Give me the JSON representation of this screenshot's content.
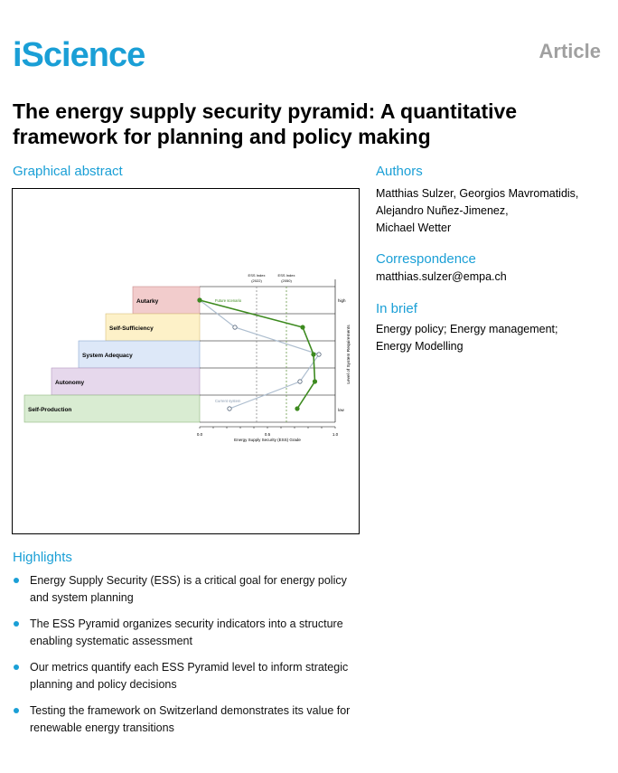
{
  "header": {
    "journal": "iScience",
    "article_type": "Article"
  },
  "title": "The energy supply security pyramid: A quantitative framework for planning and policy making",
  "graphical_abstract": {
    "heading": "Graphical abstract",
    "pyramid_levels": [
      "Autarky",
      "Self-Sufficiency",
      "System Adequacy",
      "Autonomy",
      "Self-Production"
    ],
    "colors": {
      "autarky": "#f2cccc",
      "self_sufficiency": "#fdf1c8",
      "system_adequacy": "#dde8f8",
      "autonomy": "#e6d8ec",
      "self_production": "#d9ecd2",
      "future": "#3d8a1f",
      "current": "#aebecf"
    },
    "vline_labels": [
      [
        "ESS Index",
        "(2022)"
      ],
      [
        "ESS Index",
        "(2050)"
      ]
    ],
    "right_axis_high": "high",
    "right_axis_low": "low",
    "right_axis_label": "Level of System Requirements",
    "x_ticks": [
      "0.0",
      "0.5",
      "1.0"
    ],
    "x_label": "Energy Supply Security (ESS) Grade",
    "future_label": "Future scenario",
    "current_label": "Current system"
  },
  "chart_data": {
    "type": "line",
    "xlabel": "Energy Supply Security (ESS) Grade",
    "ylabel": "Level of System Requirements",
    "xlim": [
      0,
      1
    ],
    "categories": [
      "Self-Production",
      "Autonomy",
      "System Adequacy",
      "Self-Sufficiency",
      "Autarky"
    ],
    "series": [
      {
        "name": "Future scenario",
        "values": [
          0.72,
          0.85,
          0.84,
          0.76,
          0.0
        ]
      },
      {
        "name": "Current system",
        "values": [
          0.22,
          0.74,
          0.88,
          0.26,
          0.0
        ]
      }
    ],
    "reference_lines": [
      {
        "label": "ESS Index (2022)",
        "x": 0.42
      },
      {
        "label": "ESS Index (2050)",
        "x": 0.64
      }
    ]
  },
  "authors": {
    "heading": "Authors",
    "lines": [
      "Matthias Sulzer, Georgios Mavromatidis,",
      "Alejandro Nuñez-Jimenez,",
      "Michael Wetter"
    ]
  },
  "correspondence": {
    "heading": "Correspondence",
    "email": "matthias.sulzer@empa.ch"
  },
  "in_brief": {
    "heading": "In brief",
    "lines": [
      "Energy policy; Energy management;",
      "Energy Modelling"
    ]
  },
  "highlights": {
    "heading": "Highlights",
    "items": [
      "Energy Supply Security (ESS) is a critical goal for energy policy and system planning",
      "The ESS Pyramid organizes security indicators into a structure enabling systematic assessment",
      "Our metrics quantify each ESS Pyramid level to inform strategic planning and policy decisions",
      "Testing the framework on Switzerland demonstrates its value for renewable energy transitions"
    ]
  }
}
